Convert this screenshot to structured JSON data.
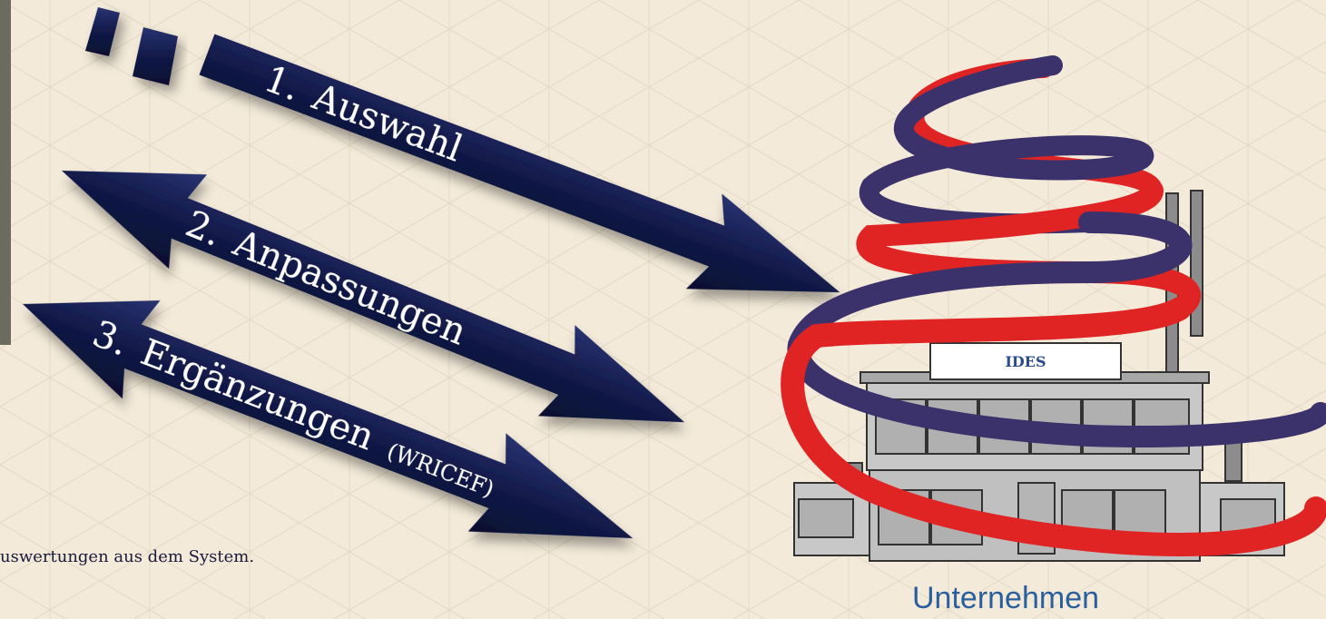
{
  "arrows": [
    {
      "number": "1.",
      "label": "Auswahl",
      "suffix": ""
    },
    {
      "number": "2.",
      "label": "Anpassungen",
      "suffix": ""
    },
    {
      "number": "3.",
      "label": "Ergänzungen",
      "suffix": "(WRICEF)"
    }
  ],
  "building_sign": "IDES",
  "company_label": "Unternehmen",
  "footnote": "uswertungen aus dem System.",
  "colors": {
    "background": "#f3ead9",
    "arrow": "#121a48",
    "ribbon_red": "#e02424",
    "ribbon_blue": "#3b326b",
    "building": "#c8c8c8",
    "label": "#2a5f9e"
  }
}
